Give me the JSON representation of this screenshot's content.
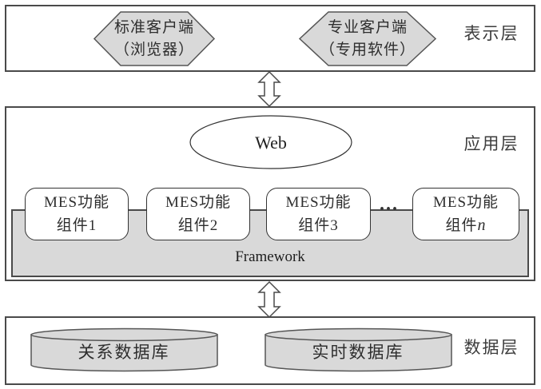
{
  "colors": {
    "shape_fill": "#d9d9d9",
    "line": "#4a4a4a"
  },
  "layers": {
    "presentation": {
      "label": "表示层"
    },
    "application": {
      "label": "应用层"
    },
    "data": {
      "label": "数据层"
    }
  },
  "clients": [
    {
      "line1": "标准客户端",
      "line2": "（浏览器）"
    },
    {
      "line1": "专业客户端",
      "line2": "（专用软件）"
    }
  ],
  "web_label": "Web",
  "mes": {
    "boxes": [
      {
        "line1": "MES功能",
        "prefix": "组件",
        "num": "1"
      },
      {
        "line1": "MES功能",
        "prefix": "组件",
        "num": "2"
      },
      {
        "line1": "MES功能",
        "prefix": "组件",
        "num": "3"
      },
      {
        "line1": "MES功能",
        "prefix": "组件",
        "num": "n"
      }
    ],
    "ellipsis": "···",
    "framework_label": "Framework"
  },
  "databases": [
    {
      "label": "关系数据库"
    },
    {
      "label": "实时数据库"
    }
  ]
}
